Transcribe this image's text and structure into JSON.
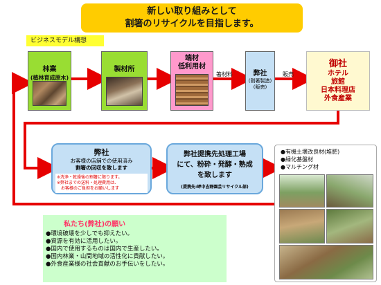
{
  "title": {
    "line1": "新しい取り組みとして",
    "line2": "割箸のリサイクルを目指します。"
  },
  "model_label": "ビジネスモデル構想",
  "flow_top": [
    {
      "label": "林業",
      "sub": "(植林育成原木)"
    },
    {
      "label": "製材所"
    },
    {
      "label": "端材",
      "sub": "低利用材"
    },
    {
      "label": "弊社",
      "sub": "(割箸製造)",
      "sub2": "(販売)"
    },
    {
      "label": "御社",
      "sub": "ホテル",
      "sub2": "旅館",
      "sub3": "日本料理店",
      "sub4": "外食産業"
    }
  ],
  "arrow_labels": {
    "mill_wood": "箸材料",
    "sales": "販売"
  },
  "collect_box": {
    "title": "弊社",
    "line1": "お客様の店舗での使用済み",
    "line2": "割箸の回収を致します",
    "note1": "※洗浄・乾燥後の割箸に限ります。",
    "note2": "※弊社までの送料・処理費用は、",
    "note3": "　お客様のご負担をお願いします"
  },
  "process_box": {
    "line1": "弊社提携先処理工場",
    "line2": "にて、粉砕・発酵・熟成",
    "line3": "を致します",
    "note": "(提携先:岬中吉野園芸リサイクル部)"
  },
  "wish": {
    "title": "私たち(弊社)の願い",
    "items": [
      "●環境破壊を少しでも抑えたい。",
      "●資源を有効に活用したい。",
      "●国内で使用するものは国内で生産したい。",
      "●国内林業・山間地域の活性化に貢献したい。",
      "●外食産業様の社会貢献のお手伝いをしたい。"
    ]
  },
  "results": [
    "●有機土壌改良材(堆肥)",
    "●緑化基盤材",
    "●マルチング材"
  ],
  "colors": {
    "arrow": "#e60000",
    "title_bg": "#ffcc00",
    "green_box": "#99dd33",
    "pink_box": "#ff99cc",
    "blue_box": "#c5e0f5",
    "wish_bg": "#ccffcc"
  }
}
